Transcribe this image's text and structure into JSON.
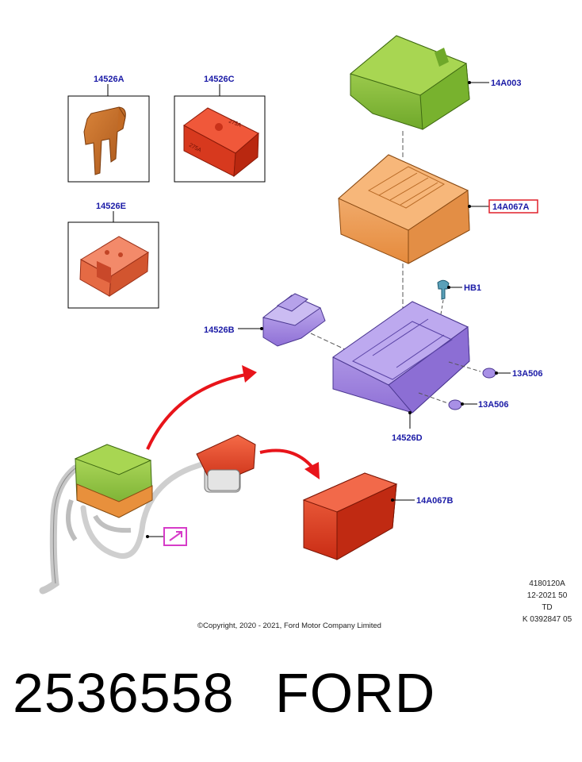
{
  "callouts": {
    "fuse_14526A": "14526A",
    "fuse_14526C": "14526C",
    "fuse_14526E": "14526E",
    "fuse_14526B": "14526B",
    "cover_14A003": "14A003",
    "fuse_box_14A067A": "14A067A",
    "bolt_HB1": "HB1",
    "clip_13A506_1": "13A506",
    "clip_13A506_2": "13A506",
    "bracket_14526D": "14526D",
    "cover_14A067B": "14A067B"
  },
  "fuse_c_print": {
    "line1": "275A",
    "line2": "275A"
  },
  "drawing_info": {
    "line1": "4180120A",
    "line2": "12-2021 50",
    "line3": "TD",
    "line4": "K 0392847 05"
  },
  "copyright": "©Copyright, 2020 - 2021, Ford Motor Company Limited",
  "footer": {
    "part_number": "2536558",
    "brand": "FORD"
  },
  "colors": {
    "callout_text": "#1a1aa6",
    "highlight_box": "#e0202a",
    "arrow": "#e8141a",
    "view_marker": "#d63cc8",
    "green_part": "#8cc63f",
    "orange_part": "#f0a05a",
    "purple_part": "#a78ee0",
    "red_part": "#e8462a"
  }
}
